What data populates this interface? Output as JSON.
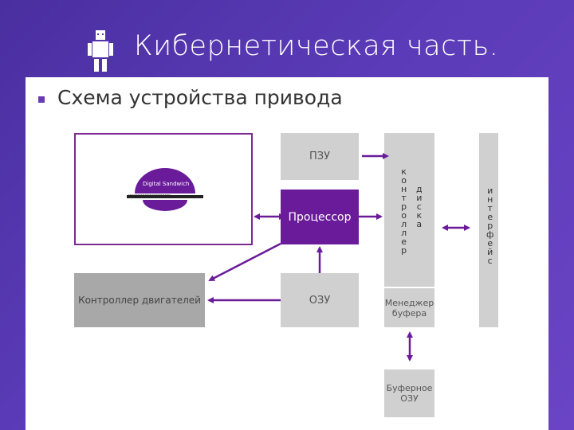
{
  "title": "Кибернетическая часть.",
  "bullet": "Схема устройства привода",
  "blocks": {
    "pzu": "ПЗУ",
    "processor": "Процессор",
    "ozu": "ОЗУ",
    "motor_controller": "Контроллер двигателей",
    "buffer_manager": "Менеджер буфера",
    "buffer_ozu": "Буферное ОЗУ"
  },
  "vertical": {
    "controller": [
      "к",
      "о",
      "н",
      "т",
      "р",
      "о",
      "л",
      "л",
      "е",
      "р"
    ],
    "disk": [
      "д",
      "и",
      "с",
      "к",
      "а"
    ],
    "interface": [
      "и",
      "н",
      "т",
      "е",
      "р",
      "ф",
      "е",
      "й",
      "с"
    ]
  },
  "logo": {
    "text": "Digital Sandwich",
    "subtext": "ХХХХХХХХХХХХХХХХХ"
  },
  "colors": {
    "accent": "#6a1b9a",
    "header_bg": "#5b3bb8",
    "box_gray": "#d0d0d0",
    "box_dark": "#a8a8a8"
  }
}
